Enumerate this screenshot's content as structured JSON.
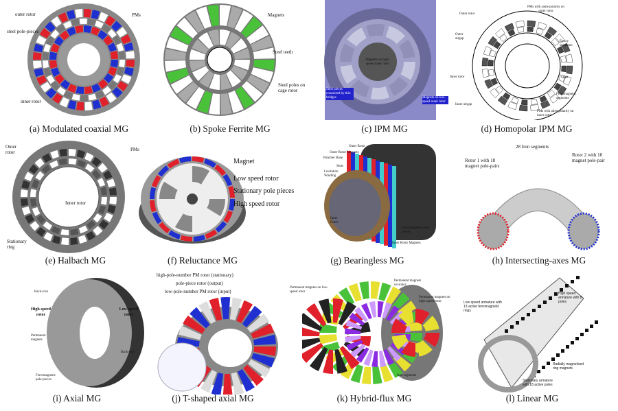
{
  "colors": {
    "red": "#e0202a",
    "blue": "#2030d0",
    "gray": "#8a8a8a",
    "green": "#49c23a",
    "yellow": "#e8e030",
    "purple": "#8a2be2"
  },
  "panels": [
    {
      "caption": "(a) Modulated coaxial MG",
      "labels": [
        "outer rotor",
        "steel pole-pieces",
        "inner rotor",
        "PMs"
      ]
    },
    {
      "caption": "(b) Spoke Ferrite MG",
      "labels": [
        "Magnets",
        "Steel teeth",
        "Steel poles on cage rotor"
      ]
    },
    {
      "caption": "(c) IPM MG",
      "labels": [
        "Magnets on high-speed inner rotor",
        "Steel pieces connected by thin bridges",
        "Magnets on low-speed outer rotor"
      ]
    },
    {
      "caption": "(d) Homopolar IPM MG",
      "labels": [
        "Outer rotor",
        "PMs with same polarity on outer rotor",
        "Outer airgap",
        "Epoxy segments",
        "Inner rotor",
        "Shaft",
        "Ferromagnetic segments",
        "Inner airgap",
        "PMs with alien polarity on inner rotor"
      ]
    },
    {
      "caption": "(e) Halbach MG",
      "labels": [
        "Outer rotor",
        "PMs",
        "Inner rotor",
        "Stationary ring"
      ]
    },
    {
      "caption": "(f) Reluctance MG",
      "labels": [
        "Magnet",
        "Low speed rotor",
        "Stationary pole pieces",
        "High speed rotor"
      ]
    },
    {
      "caption": "(g) Bearingless MG",
      "labels": [
        "Outer Rotor",
        "Outer Rotor Magnets",
        "Polymer Base",
        "Slots",
        "Levitation Winding",
        "Inner Rotor",
        "Ferromagnetic pole-pieces",
        "Inner Rotor Magnets"
      ]
    },
    {
      "caption": "(h) Intersecting-axes MG",
      "labels": [
        "28 Iron segments",
        "Rotor 1 with 18 magnet pole-pairs",
        "Rotor 2 with 10 magnet pole-pair"
      ]
    },
    {
      "caption": "(i) Axial MG",
      "labels": [
        "Back-iron",
        "High-speed rotor",
        "Low-speed rotor",
        "Permanent magnets",
        "Back-iron",
        "Ferromagnetic pole-pieces"
      ]
    },
    {
      "caption": "(j) T-shaped axial MG",
      "labels": [
        "high-pole-number PM rotor (stationary)",
        "pole-piece rotor (output)",
        "low-pole-number PM rotor (input)"
      ]
    },
    {
      "caption": "(k) Hybrid-flux MG",
      "labels": [
        "Permanent magnets on low-speed rotor",
        "Permanent magnets on stator",
        "Permanent magnets on high-speed rotor",
        "Iron segments"
      ]
    },
    {
      "caption": "(l) Linear MG",
      "labels": [
        "High speed armature with 8 poles",
        "Low speed armature with 13 active ferromagnetic rings",
        "Radially magnetised ring magnets",
        "Stationary armature with 18 active poles"
      ]
    }
  ]
}
